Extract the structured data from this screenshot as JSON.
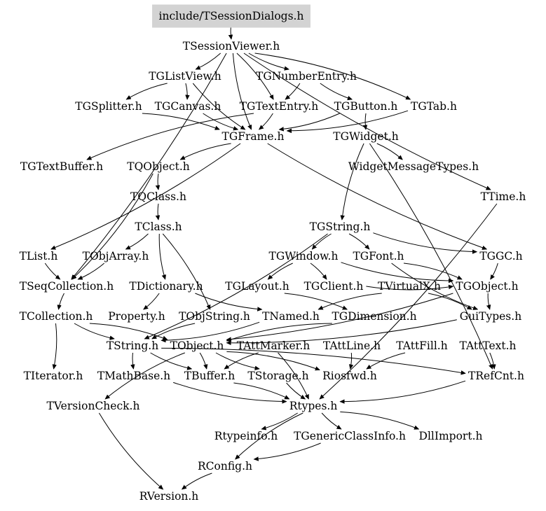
{
  "title": "include/TSessionDialogs.h",
  "nodes": [
    {
      "id": "root",
      "label": "include/TSessionDialogs.h"
    },
    {
      "id": "sessionviewer",
      "label": "TSessionViewer.h"
    },
    {
      "id": "glistview",
      "label": "TGListView.h"
    },
    {
      "id": "gnumberentry",
      "label": "TGNumberEntry.h"
    },
    {
      "id": "gsplitter",
      "label": "TGSplitter.h"
    },
    {
      "id": "gcanvas",
      "label": "TGCanvas.h"
    },
    {
      "id": "gtextentry",
      "label": "TGTextEntry.h"
    },
    {
      "id": "gbutton",
      "label": "TGButton.h"
    },
    {
      "id": "gtab",
      "label": "TGTab.h"
    },
    {
      "id": "gframe",
      "label": "TGFrame.h"
    },
    {
      "id": "gwidget",
      "label": "TGWidget.h"
    },
    {
      "id": "gtextbuffer",
      "label": "TGTextBuffer.h"
    },
    {
      "id": "qobject",
      "label": "TQObject.h"
    },
    {
      "id": "widgetmsg",
      "label": "WidgetMessageTypes.h"
    },
    {
      "id": "qclass",
      "label": "TQClass.h"
    },
    {
      "id": "ttime",
      "label": "TTime.h"
    },
    {
      "id": "tclass",
      "label": "TClass.h"
    },
    {
      "id": "gstring",
      "label": "TGString.h"
    },
    {
      "id": "tlist",
      "label": "TList.h"
    },
    {
      "id": "objarray",
      "label": "TObjArray.h"
    },
    {
      "id": "gwindow",
      "label": "TGWindow.h"
    },
    {
      "id": "gfont",
      "label": "TGFont.h"
    },
    {
      "id": "ggc",
      "label": "TGGC.h"
    },
    {
      "id": "seqcollection",
      "label": "TSeqCollection.h"
    },
    {
      "id": "dictionary",
      "label": "TDictionary.h"
    },
    {
      "id": "glayout",
      "label": "TGLayout.h"
    },
    {
      "id": "gclient",
      "label": "TGClient.h"
    },
    {
      "id": "virtualx",
      "label": "TVirtualX.h"
    },
    {
      "id": "gobject",
      "label": "TGObject.h"
    },
    {
      "id": "collection",
      "label": "TCollection.h"
    },
    {
      "id": "property",
      "label": "Property.h"
    },
    {
      "id": "objstring",
      "label": "TObjString.h"
    },
    {
      "id": "named",
      "label": "TNamed.h"
    },
    {
      "id": "gdimension",
      "label": "TGDimension.h"
    },
    {
      "id": "guitypes",
      "label": "GuiTypes.h"
    },
    {
      "id": "tstring",
      "label": "TString.h"
    },
    {
      "id": "tobject",
      "label": "TObject.h"
    },
    {
      "id": "attmarker",
      "label": "TAttMarker.h"
    },
    {
      "id": "attline",
      "label": "TAttLine.h"
    },
    {
      "id": "attfill",
      "label": "TAttFill.h"
    },
    {
      "id": "atttext",
      "label": "TAttText.h"
    },
    {
      "id": "iterator",
      "label": "TIterator.h"
    },
    {
      "id": "mathbase",
      "label": "TMathBase.h"
    },
    {
      "id": "tbuffer",
      "label": "TBuffer.h"
    },
    {
      "id": "tstorage",
      "label": "TStorage.h"
    },
    {
      "id": "riosfwd",
      "label": "Riosfwd.h"
    },
    {
      "id": "refcnt",
      "label": "TRefCnt.h"
    },
    {
      "id": "versioncheck",
      "label": "TVersionCheck.h"
    },
    {
      "id": "rtypes",
      "label": "Rtypes.h"
    },
    {
      "id": "rtypeinfo",
      "label": "Rtypeinfo.h"
    },
    {
      "id": "genericclassinfo",
      "label": "TGenericClassInfo.h"
    },
    {
      "id": "dllimport",
      "label": "DllImport.h"
    },
    {
      "id": "rconfig",
      "label": "RConfig.h"
    },
    {
      "id": "rversion",
      "label": "RVersion.h"
    }
  ],
  "edges": [
    [
      "root",
      "sessionviewer"
    ],
    [
      "sessionviewer",
      "glistview"
    ],
    [
      "sessionviewer",
      "gnumberentry"
    ],
    [
      "sessionviewer",
      "gtextentry"
    ],
    [
      "sessionviewer",
      "gframe"
    ],
    [
      "sessionviewer",
      "gtab"
    ],
    [
      "sessionviewer",
      "ttime"
    ],
    [
      "sessionviewer",
      "seqcollection"
    ],
    [
      "glistview",
      "gsplitter"
    ],
    [
      "glistview",
      "gcanvas"
    ],
    [
      "glistview",
      "gframe"
    ],
    [
      "gnumberentry",
      "gtextentry"
    ],
    [
      "gnumberentry",
      "gbutton"
    ],
    [
      "gsplitter",
      "gframe"
    ],
    [
      "gcanvas",
      "gframe"
    ],
    [
      "gtextentry",
      "gframe"
    ],
    [
      "gtextentry",
      "gtextbuffer"
    ],
    [
      "gbutton",
      "gframe"
    ],
    [
      "gbutton",
      "gwidget"
    ],
    [
      "gtab",
      "gframe"
    ],
    [
      "gframe",
      "qobject"
    ],
    [
      "gframe",
      "tlist"
    ],
    [
      "gframe",
      "ggc"
    ],
    [
      "gwidget",
      "widgetmsg"
    ],
    [
      "gwidget",
      "gstring"
    ],
    [
      "gwidget",
      "refcnt"
    ],
    [
      "qobject",
      "qclass"
    ],
    [
      "qobject",
      "seqcollection"
    ],
    [
      "qclass",
      "tclass"
    ],
    [
      "tclass",
      "objarray"
    ],
    [
      "tclass",
      "dictionary"
    ],
    [
      "tclass",
      "objstring"
    ],
    [
      "gstring",
      "gwindow"
    ],
    [
      "gstring",
      "gfont"
    ],
    [
      "gstring",
      "ggc"
    ],
    [
      "gstring",
      "tstring"
    ],
    [
      "tlist",
      "seqcollection"
    ],
    [
      "objarray",
      "seqcollection"
    ],
    [
      "gwindow",
      "glayout"
    ],
    [
      "gwindow",
      "gclient"
    ],
    [
      "gwindow",
      "gobject"
    ],
    [
      "gfont",
      "gobject"
    ],
    [
      "gfont",
      "guitypes"
    ],
    [
      "ggc",
      "gobject"
    ],
    [
      "seqcollection",
      "collection"
    ],
    [
      "dictionary",
      "property"
    ],
    [
      "dictionary",
      "named"
    ],
    [
      "glayout",
      "gdimension"
    ],
    [
      "gclient",
      "gobject"
    ],
    [
      "virtualx",
      "guitypes"
    ],
    [
      "virtualx",
      "named"
    ],
    [
      "gobject",
      "tobject"
    ],
    [
      "gobject",
      "guitypes"
    ],
    [
      "collection",
      "iterator"
    ],
    [
      "collection",
      "tstring"
    ],
    [
      "collection",
      "tobject"
    ],
    [
      "objstring",
      "tstring"
    ],
    [
      "named",
      "tstring"
    ],
    [
      "gdimension",
      "tobject"
    ],
    [
      "guitypes",
      "tobject"
    ],
    [
      "tstring",
      "tbuffer"
    ],
    [
      "tstring",
      "refcnt"
    ],
    [
      "tstring",
      "mathbase"
    ],
    [
      "tobject",
      "tbuffer"
    ],
    [
      "tobject",
      "tstorage"
    ],
    [
      "tobject",
      "riosfwd"
    ],
    [
      "tobject",
      "versioncheck"
    ],
    [
      "attmarker",
      "rtypes"
    ],
    [
      "attmarker",
      "tbuffer"
    ],
    [
      "attline",
      "riosfwd"
    ],
    [
      "attfill",
      "riosfwd"
    ],
    [
      "atttext",
      "refcnt"
    ],
    [
      "mathbase",
      "rtypes"
    ],
    [
      "tbuffer",
      "rtypes"
    ],
    [
      "tstorage",
      "rtypes"
    ],
    [
      "refcnt",
      "rtypes"
    ],
    [
      "versioncheck",
      "rversion"
    ],
    [
      "rtypes",
      "rtypeinfo"
    ],
    [
      "rtypes",
      "genericclassinfo"
    ],
    [
      "rtypes",
      "dllimport"
    ],
    [
      "rtypes",
      "rconfig"
    ],
    [
      "genericclassinfo",
      "rconfig"
    ],
    [
      "rconfig",
      "rversion"
    ],
    [
      "ttime",
      "rtypes"
    ]
  ]
}
